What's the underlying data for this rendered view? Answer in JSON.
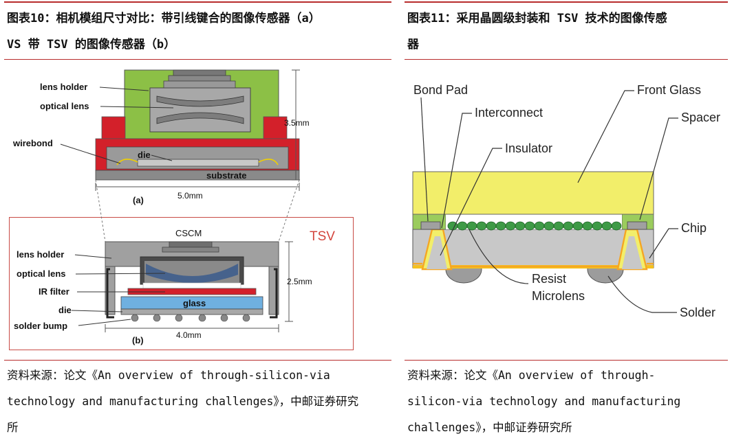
{
  "left": {
    "title_line1": "图表10：相机模组尺寸对比：带引线键合的图像传感器（a）",
    "title_line2": "VS 带 TSV 的图像传感器（b）",
    "caption_line1": "资料来源：论文《An overview of through-silicon-via",
    "caption_line2": "technology and manufacturing challenges》，中邮证券研究",
    "caption_line3": "所",
    "diagram": {
      "a": {
        "labels": {
          "lens_holder": "lens holder",
          "optical_lens": "optical lens",
          "wirebond": "wirebond",
          "die": "die",
          "substrate": "substrate",
          "tag": "(a)",
          "width": "5.0mm",
          "height": "3.5mm"
        }
      },
      "b": {
        "labels": {
          "tsv": "TSV",
          "cscm": "CSCM",
          "lens_holder": "lens holder",
          "optical_lens": "optical lens",
          "ir_filter": "IR filter",
          "glass": "glass",
          "die": "die",
          "solder_bump": "solder bump",
          "tag": "(b)",
          "width": "4.0mm",
          "height": "2.5mm"
        }
      }
    }
  },
  "right": {
    "title_line1": "图表11：采用晶圆级封装和 TSV 技术的图像传感",
    "title_line2": "器",
    "caption_line1": "资料来源：论文《An overview of through-",
    "caption_line2": "silicon-via technology and manufacturing",
    "caption_line3": "challenges》，中邮证券研究所",
    "diagram": {
      "labels": {
        "bond_pad": "Bond Pad",
        "interconnect": "Interconnect",
        "insulator": "Insulator",
        "front_glass": "Front Glass",
        "spacer": "Spacer",
        "chip": "Chip",
        "resist": "Resist",
        "microlens": "Microlens",
        "solder": "Solder"
      }
    }
  },
  "colors": {
    "rule": "#b72b2b",
    "lens_holder_green": "#8cc046",
    "wirebond_red": "#d3202a",
    "gray": "#9a9a9a",
    "glass_blue": "#6fb0e0",
    "front_glass_yellow": "#f2ee6a",
    "spacer_green": "#9bcc5d",
    "interconnect_orange": "#f5a623"
  }
}
